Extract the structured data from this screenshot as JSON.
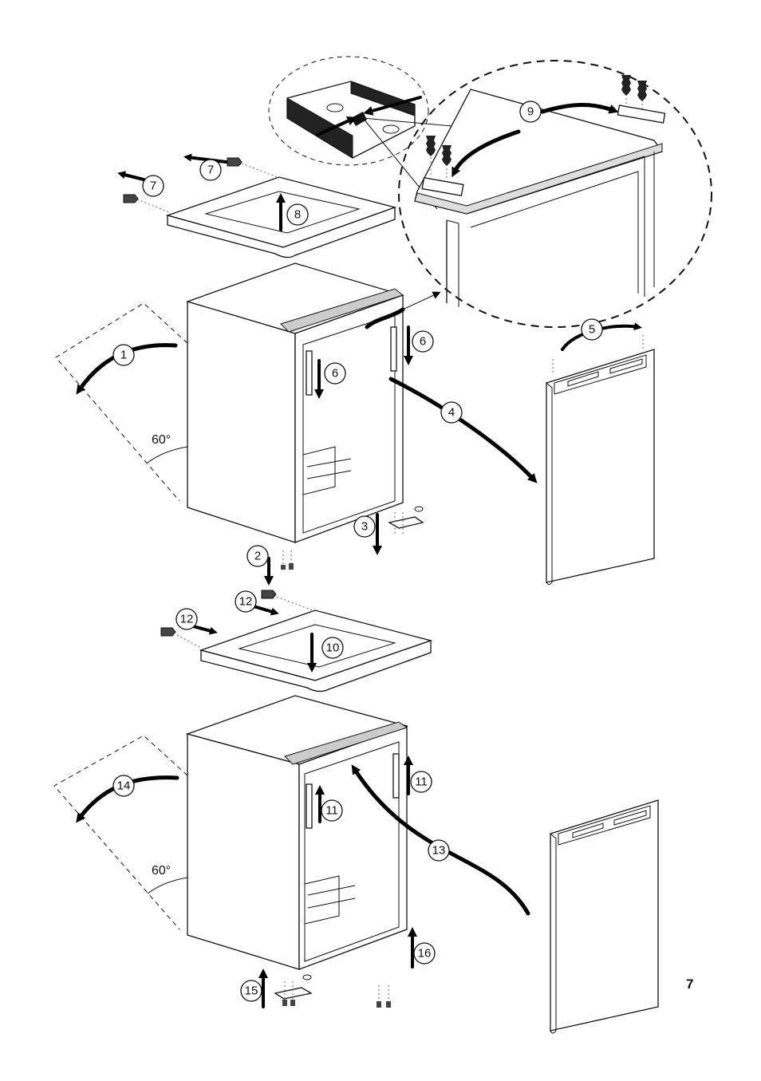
{
  "steps": [
    "1",
    "2",
    "3",
    "4",
    "5",
    "6",
    "6",
    "7",
    "7",
    "8",
    "9",
    "10",
    "11",
    "11",
    "12",
    "12",
    "13",
    "14",
    "15",
    "16"
  ],
  "angles": [
    "60°",
    "60°"
  ],
  "page_number": "7"
}
